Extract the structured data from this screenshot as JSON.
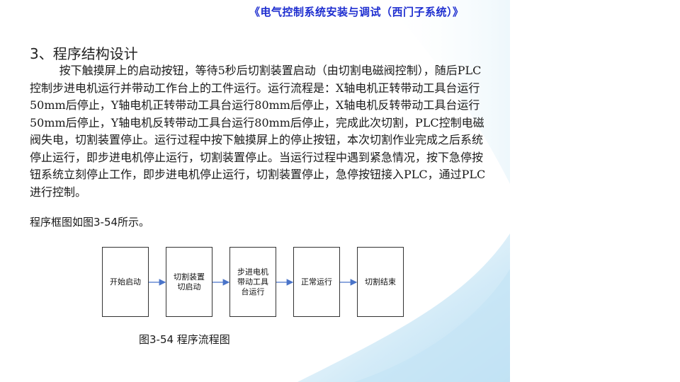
{
  "header": {
    "title": "《电气控制系统安装与调试（西门子系统）》"
  },
  "section": {
    "heading": "3、程序结构设计"
  },
  "body": {
    "paragraph": "按下触摸屏上的启动按钮，等待5秒后切割装置启动（由切割电磁阀控制），随后PLC控制步进电机运行并带动工作台上的工件运行。运行流程是：X轴电机正转带动工具台运行50mm后停止，Y轴电机正转带动工具台运行80mm后停止，X轴电机反转带动工具台运行50mm后停止，Y轴电机反转带动工具台运行80mm后停止，完成此次切割，PLC控制电磁阀失电，切割装置停止。运行过程中按下触摸屏上的停止按钮，本次切割作业完成之后系统停止运行，即步进电机停止运行，切割装置停止。当运行过程中遇到紧急情况，按下急停按钮系统立刻停止工作，即步进电机停止运行，切割装置停止，急停按钮接入PLC，通过PLC进行控制。",
    "caption_line": "程序框图如图3-54所示。"
  },
  "flowchart": {
    "steps": [
      "开始启动",
      "切割装置切启动",
      "步进电机带动工具台运行",
      "正常运行",
      "切割结束"
    ],
    "caption": "图3-54  程序流程图",
    "arrow_color": "#4a74c9"
  },
  "colors": {
    "header": "#1f2fd0",
    "swoosh": "#cfe9f7"
  }
}
